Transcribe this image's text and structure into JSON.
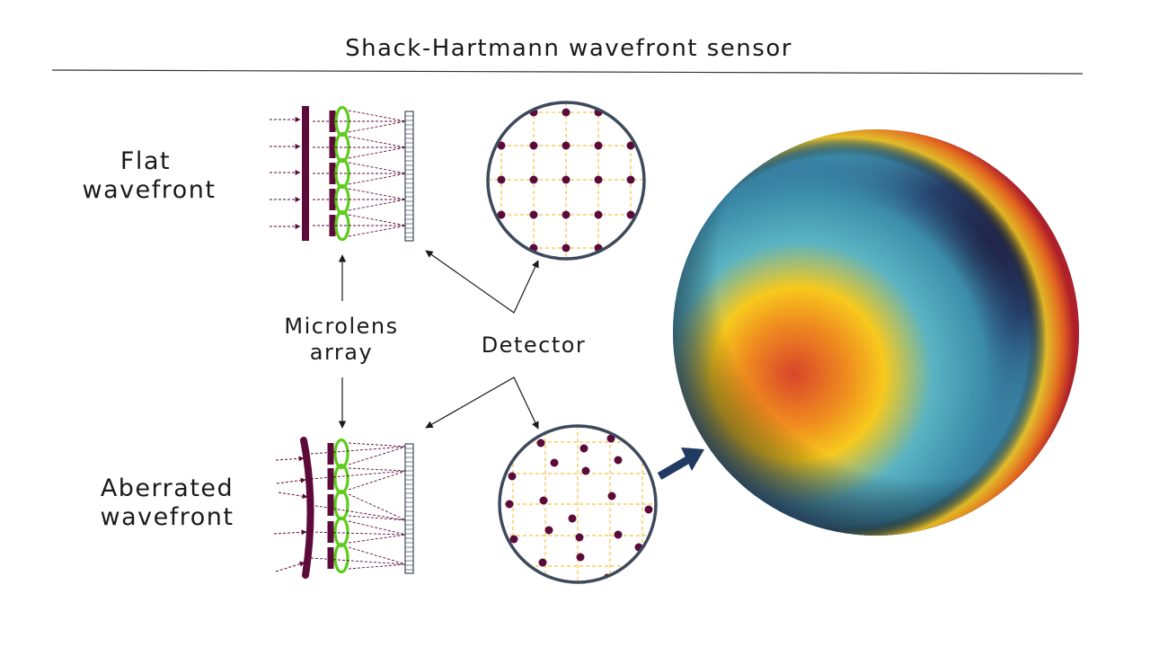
{
  "title": "Shack-Hartmann wavefront sensor",
  "labels": {
    "flat_line1": "Flat",
    "flat_line2": "wavefront",
    "aberrated_line1": "Aberrated",
    "aberrated_line2": "wavefront",
    "microlens_line1": "Microlens",
    "microlens_line2": "array",
    "detector": "Detector"
  },
  "colors": {
    "wavefront": "#5c0a3a",
    "lens": "#5dcc1a",
    "spot_grid": "#f5c542",
    "circle_border": "#3d4a5c",
    "arrow_big": "#213a62",
    "text": "#1a1a1a"
  }
}
